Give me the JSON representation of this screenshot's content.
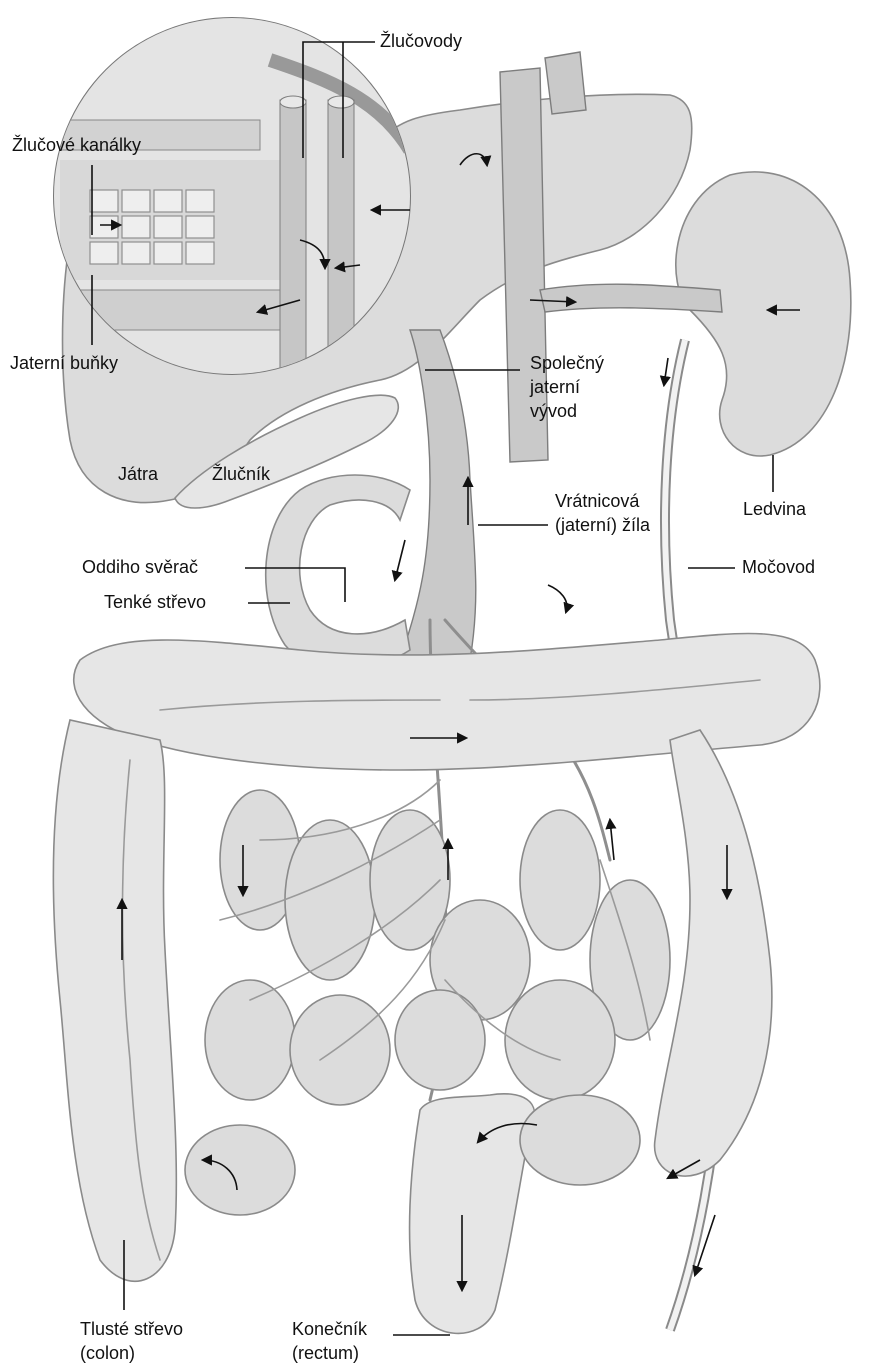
{
  "labels": {
    "bile_ducts": "Žlučovody",
    "bile_canaliculi": "Žlučové kanálky",
    "liver_cells": "Jaterní buňky",
    "common_hepatic_duct_line1": "Společný",
    "common_hepatic_duct_line2": "jaterní",
    "common_hepatic_duct_line3": "vývod",
    "liver": "Játra",
    "gallbladder": "Žlučník",
    "kidney": "Ledvina",
    "portal_vein_line1": "Vrátnicová",
    "portal_vein_line2": "(jaterní) žíla",
    "sphincter_of_oddi": "Oddiho svěrač",
    "small_intestine": "Tenké střevo",
    "ureter": "Močovod",
    "large_intestine_line1": "Tlusté střevo",
    "large_intestine_line2": "(colon)",
    "rectum_line1": "Konečník",
    "rectum_line2": "(rectum)"
  }
}
